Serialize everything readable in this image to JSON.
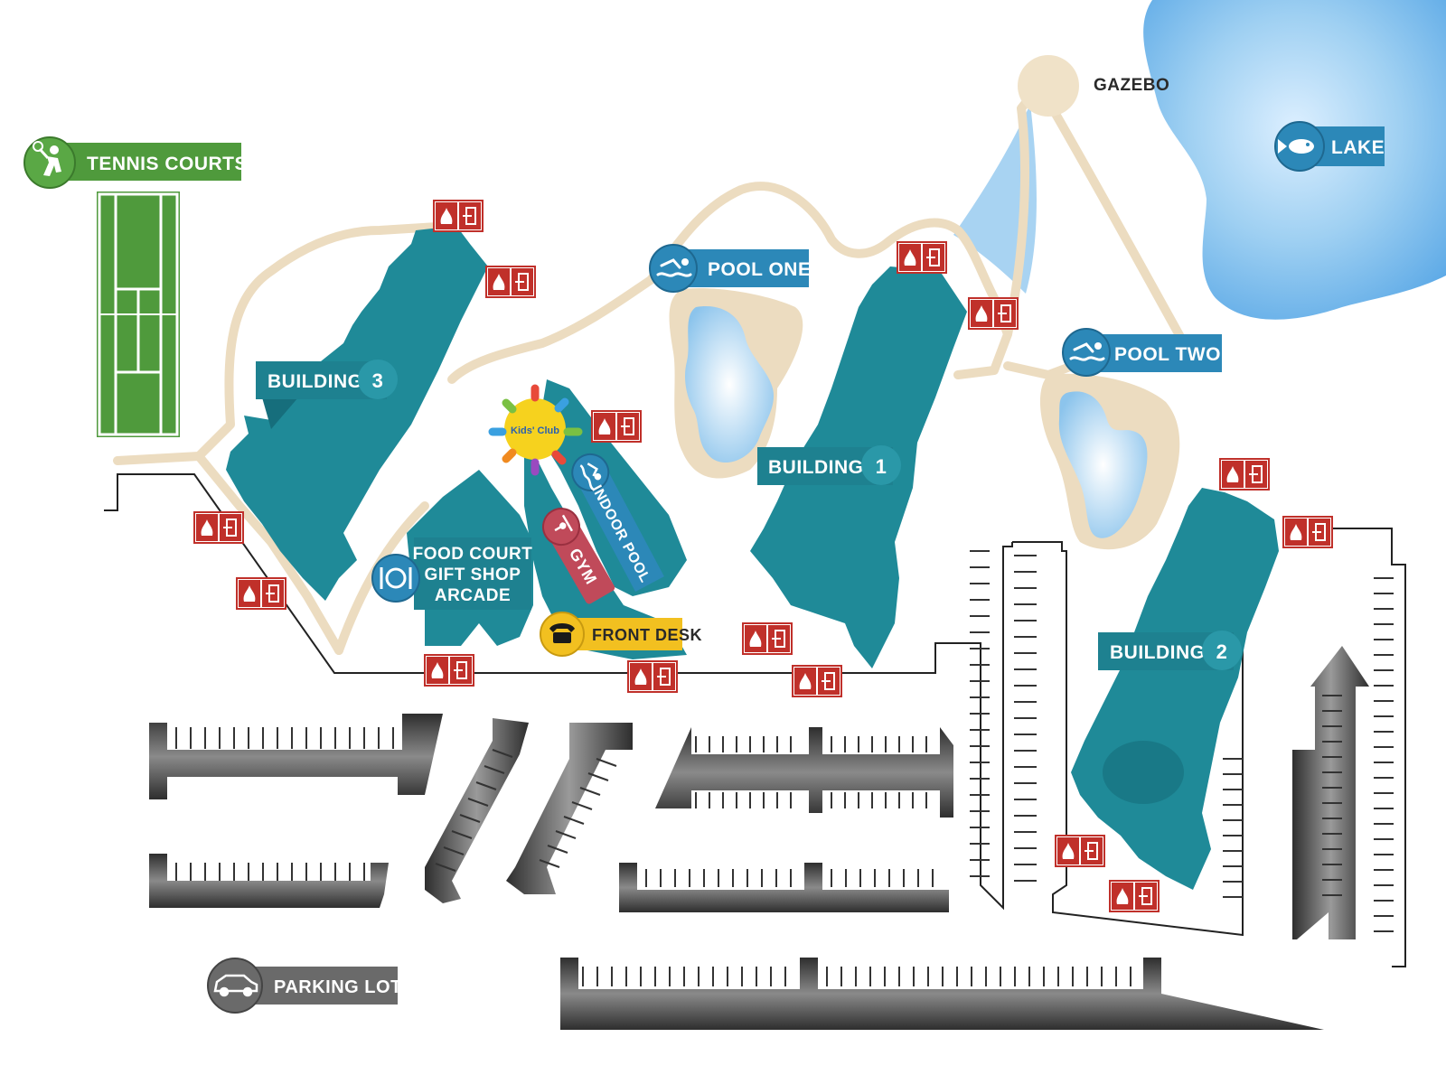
{
  "labels": {
    "tennis_courts": "TENNIS COURTS",
    "gazebo": "GAZEBO",
    "lake": "LAKE",
    "pool_one": "POOL ONE",
    "pool_two": "POOL TWO",
    "building_3": "BUILDING",
    "building_3_num": "3",
    "building_1": "BUILDING",
    "building_1_num": "1",
    "building_2": "BUILDING",
    "building_2_num": "2",
    "food_court_line1": "FOOD COURT",
    "food_court_line2": "GIFT SHOP",
    "food_court_line3": "ARCADE",
    "gym": "GYM",
    "indoor_pool": "INDOOR POOL",
    "front_desk": "FRONT DESK",
    "parking_lot": "PARKING LOT",
    "kids_club": "Kids' Club"
  },
  "icons": {
    "tennis": "tennis-player-icon",
    "lake": "fish-icon",
    "pool": "swimmer-icon",
    "food": "plate-icon",
    "gym": "weightlifter-icon",
    "front_desk": "telephone-icon",
    "parking": "car-icon",
    "emergency": "fire-extinguisher-exit-icon"
  },
  "colors": {
    "building": "#1f8a98",
    "building_dark": "#166e7c",
    "path": "#ecdcc0",
    "water": "#8cc4ec",
    "lake": "#6ab4e8",
    "tennis": "#4f9a3c",
    "parking": "#555555",
    "front_desk": "#f2c020",
    "gym": "#c04a5a",
    "emergency": "#c0302a"
  }
}
